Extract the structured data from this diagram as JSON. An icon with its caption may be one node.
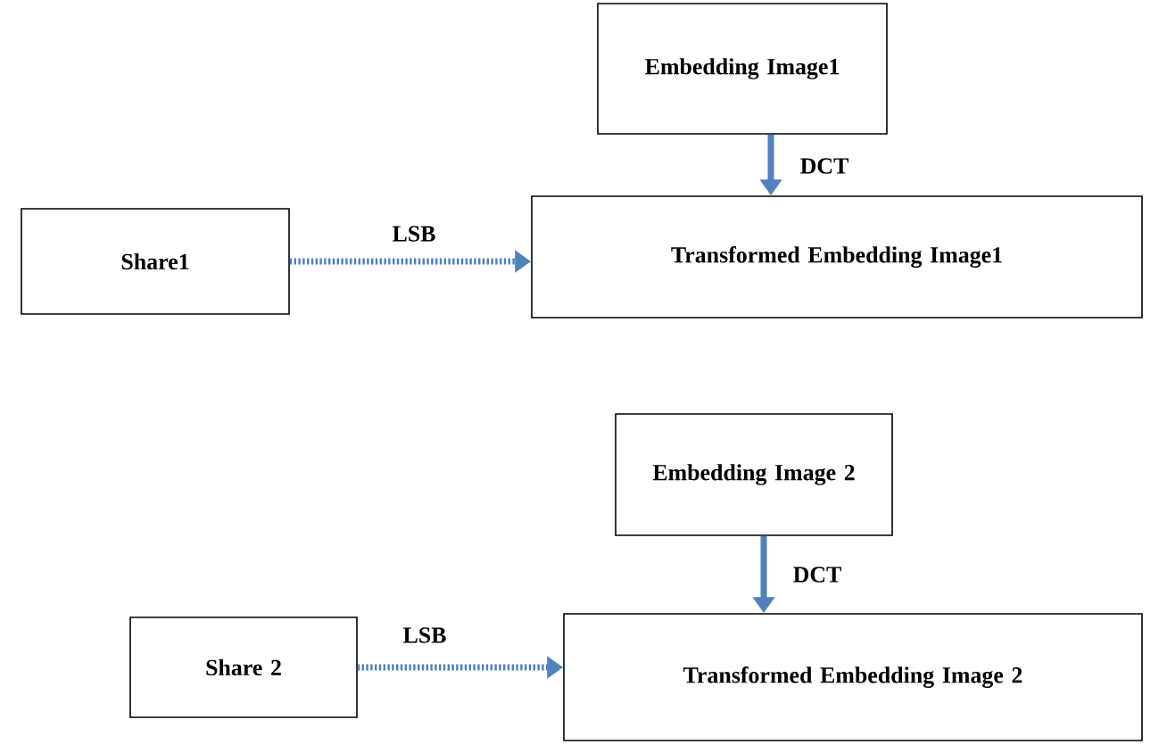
{
  "diagram": {
    "nodes": [
      {
        "text": [
          "Embedding Image1"
        ]
      },
      {
        "text": [
          "Share1"
        ]
      },
      {
        "text": [
          "Transformed Embedding Image1"
        ]
      },
      {
        "text": [
          "Embedding Image 2"
        ]
      },
      {
        "text": [
          "Share 2"
        ]
      },
      {
        "text": [
          "Transformed Embedding Image 2"
        ]
      }
    ],
    "edges": [
      {
        "from": 0,
        "to": 2,
        "arrow": "to",
        "label": "DCT"
      },
      {
        "from": 1,
        "to": 2,
        "arrow": "to",
        "label": "LSB",
        "style": "dashed"
      },
      {
        "from": 3,
        "to": 5,
        "arrow": "to",
        "label": "DCT"
      },
      {
        "from": 4,
        "to": 5,
        "arrow": "to",
        "label": "LSB",
        "style": "dashed"
      }
    ]
  }
}
